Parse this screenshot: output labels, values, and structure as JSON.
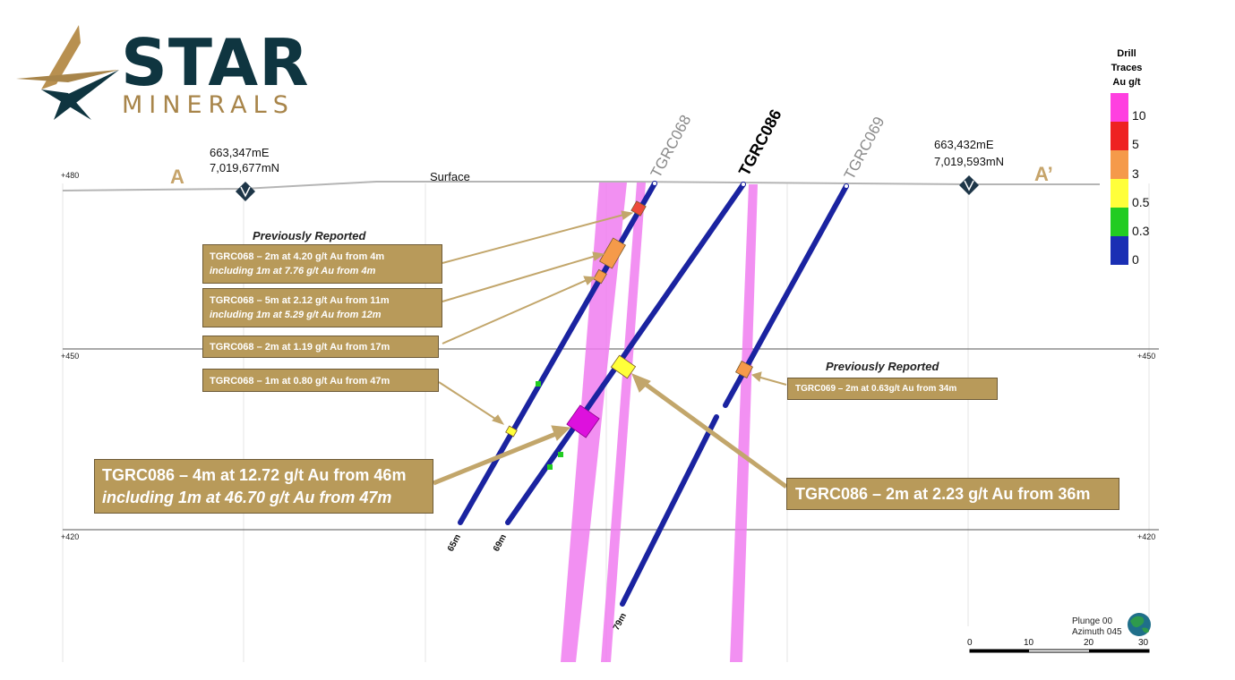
{
  "logo": {
    "name_top": "STAR",
    "name_bottom": "MINERALS"
  },
  "section": {
    "start_label": "A",
    "end_label": "A’",
    "start_easting": "663,347mE",
    "start_northing": "7,019,677mN",
    "end_easting": "663,432mE",
    "end_northing": "7,019,593mN",
    "surface_label": "Surface"
  },
  "elevations": {
    "top": "+480",
    "middle": "+450",
    "bottom": "+420"
  },
  "holes": {
    "tgrc068": {
      "name": "TGRC068",
      "depth": "65m"
    },
    "tgrc086": {
      "name": "TGRC086",
      "depth": "69m"
    },
    "tgrc069": {
      "name": "TGRC069",
      "depth": "79m"
    }
  },
  "headings": {
    "previously_reported_left": "Previously Reported",
    "previously_reported_right": "Previously Reported"
  },
  "intercepts": {
    "i068_a_line1": "TGRC068 – 2m at 4.20 g/t Au from  4m",
    "i068_a_line2": "including 1m at 7.76 g/t Au from 4m",
    "i068_b_line1": "TGRC068 – 5m at 2.12 g/t Au from  11m",
    "i068_b_line2": "including 1m at 5.29 g/t Au from 12m",
    "i068_c": "TGRC068 – 2m at 1.19 g/t Au from  17m",
    "i068_d": "TGRC068 – 1m at 0.80 g/t Au from  47m",
    "i069": "TGRC069 – 2m at 0.63g/t Au from 34m",
    "i086_main_line1": "TGRC086 – 4m at 12.72 g/t Au from 46m",
    "i086_main_line2": "including 1m at 46.70 g/t Au from 47m",
    "i086_second": "TGRC086 – 2m at 2.23 g/t Au from 36m"
  },
  "legend": {
    "title_line1": "Drill",
    "title_line2": "Traces",
    "title_line3": "Au g/t",
    "bins": [
      {
        "label": "10",
        "color": "#ff40e0"
      },
      {
        "label": "5",
        "color": "#ee2222"
      },
      {
        "label": "3",
        "color": "#f59a4a"
      },
      {
        "label": "0.5",
        "color": "#ffff3a"
      },
      {
        "label": "0.3",
        "color": "#22cc22"
      },
      {
        "label": "0",
        "color": "#1a2fb4"
      }
    ]
  },
  "view": {
    "plunge": "Plunge 00",
    "azimuth": "Azimuth 045"
  },
  "scale_bar": {
    "ticks": [
      "0",
      "10",
      "20",
      "30"
    ]
  },
  "colors": {
    "hole_trace": "#1a23a0",
    "mineralised_zone": "#f07cf0",
    "callout": "#b89a5a",
    "brand_dark": "#0f3540",
    "brand_gold": "#a8854a"
  }
}
